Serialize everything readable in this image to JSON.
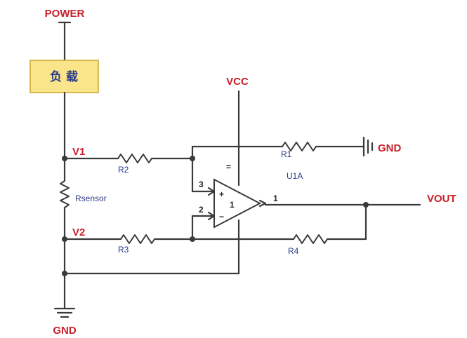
{
  "colors": {
    "net_label": "#c8202a",
    "wire": "#3a3a3a",
    "part_label": "#2a3a8a",
    "load_fill": "#fbe58a",
    "load_stroke": "#c8a62e"
  },
  "nets": {
    "power": "POWER",
    "vcc": "VCC",
    "gnd_right": "GND",
    "gnd_bottom": "GND",
    "vout": "VOUT",
    "v1": "V1",
    "v2": "V2"
  },
  "parts": {
    "load": "负 载",
    "r1": "R1",
    "r2": "R2",
    "r3": "R3",
    "r4": "R4",
    "rsensor": "Rsensor",
    "u1a": "U1A"
  },
  "opamp": {
    "plus_sign": "+",
    "minus_sign": "−",
    "unit_number": "1",
    "pin_in_plus": "3",
    "pin_in_minus": "2",
    "pin_out": "1",
    "supply_mark": "="
  }
}
